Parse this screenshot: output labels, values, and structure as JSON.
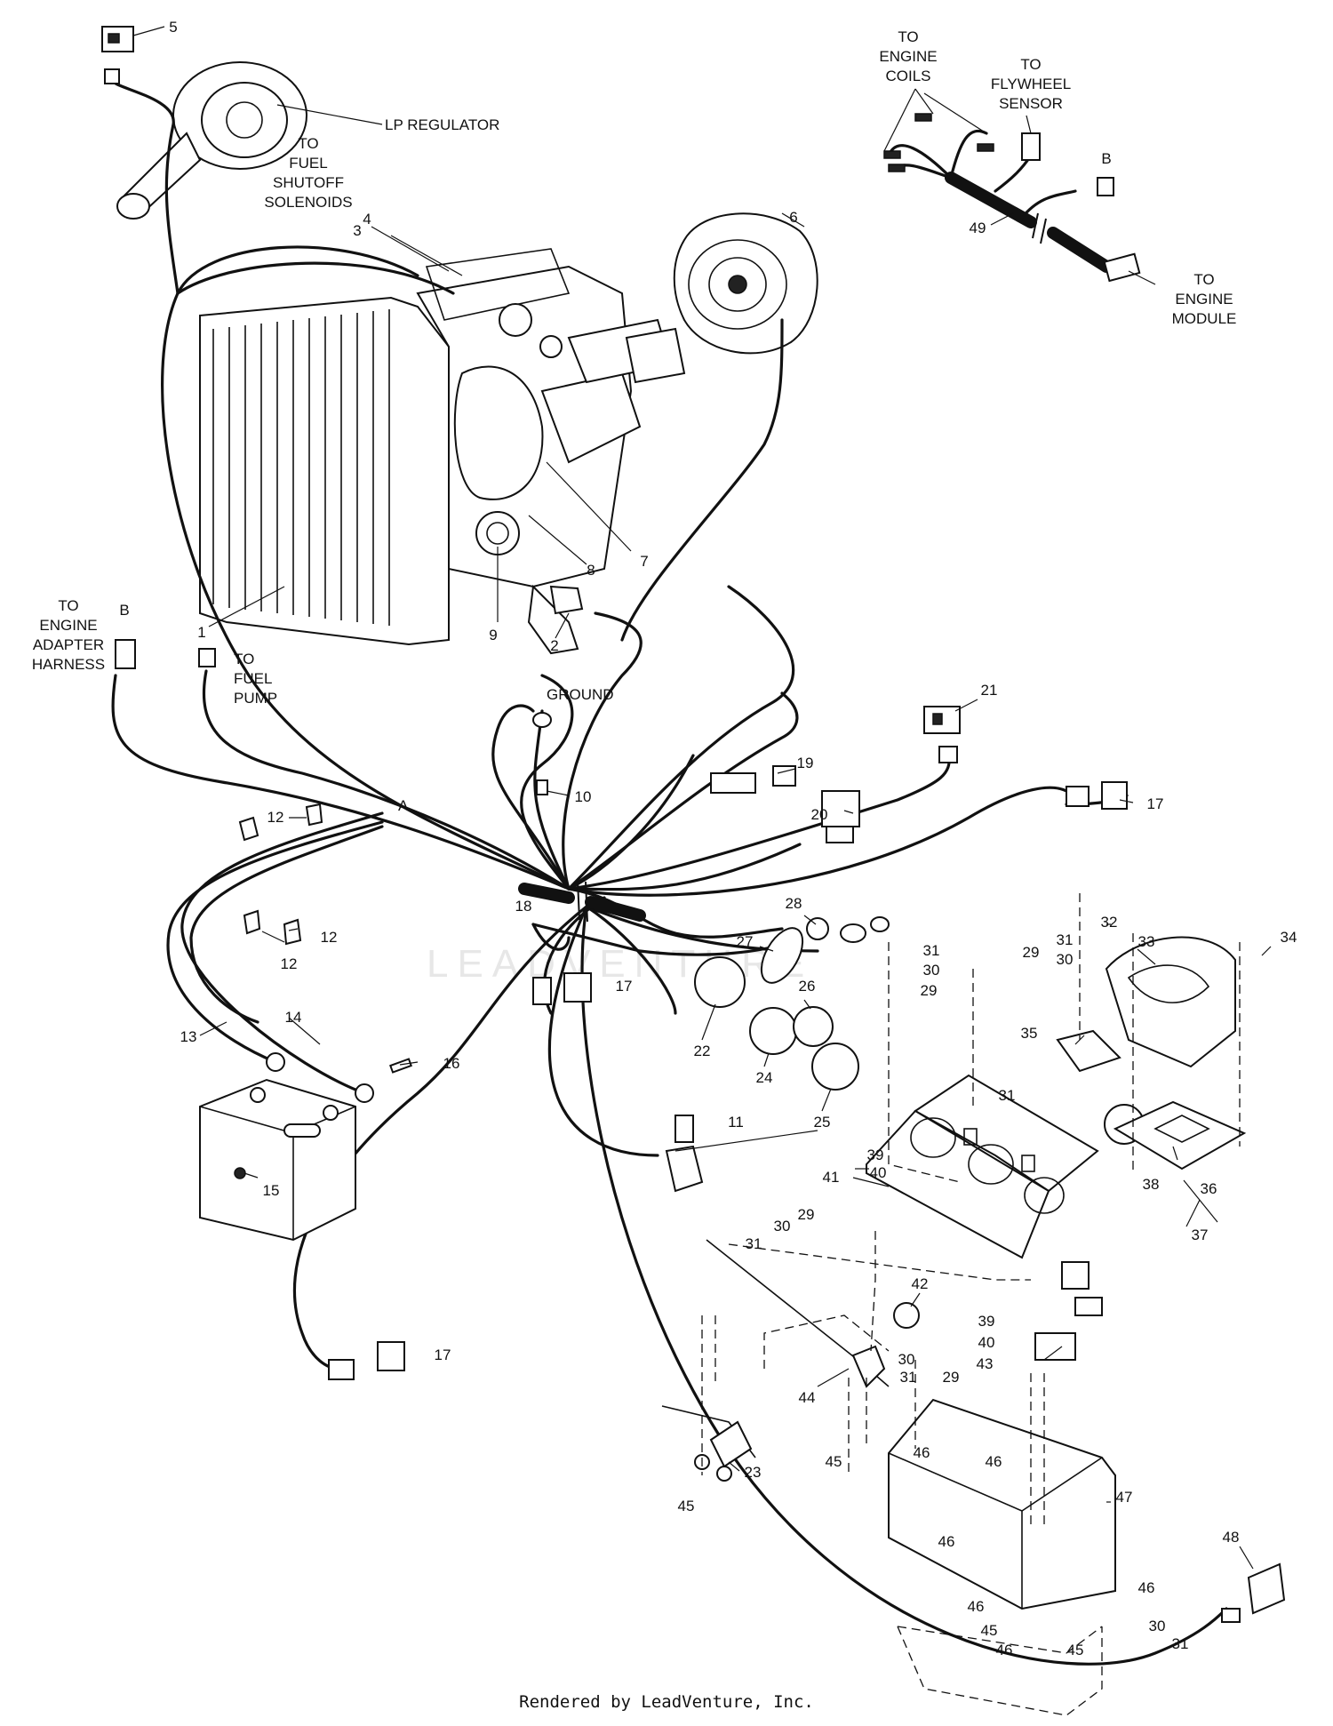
{
  "labels": {
    "lp_regulator": "LP REGULATOR",
    "fuel_shutoff": [
      "TO",
      "FUEL",
      "SHUTOFF",
      "SOLENOIDS"
    ],
    "engine_coils": [
      "TO",
      "ENGINE",
      "COILS"
    ],
    "flywheel_sensor": [
      "TO",
      "FLYWHEEL",
      "SENSOR"
    ],
    "engine_module": [
      "TO",
      "ENGINE",
      "MODULE"
    ],
    "engine_adapter": [
      "TO",
      "ENGINE",
      "ADAPTER",
      "HARNESS"
    ],
    "fuel_pump": [
      "TO",
      "FUEL",
      "PUMP"
    ],
    "ground": "GROUND",
    "conn_b_1": "B",
    "conn_b_2": "B",
    "ref_a": "A"
  },
  "part_numbers": {
    "p1": "1",
    "p2": "2",
    "p3": "3",
    "p4": "4",
    "p5": "5",
    "p6": "6",
    "p7": "7",
    "p8": "8",
    "p9": "9",
    "p10": "10",
    "p11": "11",
    "p12a": "12",
    "p12b": "12",
    "p12c": "12",
    "p13": "13",
    "p14": "14",
    "p15": "15",
    "p16": "16",
    "p17a": "17",
    "p17b": "17",
    "p17c": "17",
    "p18": "18",
    "p19": "19",
    "p20": "20",
    "p21": "21",
    "p22": "22",
    "p23": "23",
    "p24": "24",
    "p25": "25",
    "p26": "26",
    "p27": "27",
    "p28": "28",
    "p29a": "29",
    "p29b": "29",
    "p29c": "29",
    "p29d": "29",
    "p30a": "30",
    "p30b": "30",
    "p30c": "30",
    "p30d": "30",
    "p30e": "30",
    "p31a": "31",
    "p31b": "31",
    "p31c": "31",
    "p31d": "31",
    "p31e": "31",
    "p32": "32",
    "p33": "33",
    "p34": "34",
    "p35": "35",
    "p36": "36",
    "p37": "37",
    "p38": "38",
    "p39a": "39",
    "p39b": "39",
    "p40a": "40",
    "p40b": "40",
    "p41": "41",
    "p42": "42",
    "p43": "43",
    "p44": "44",
    "p45a": "45",
    "p45b": "45",
    "p45c": "45",
    "p45d": "45",
    "p46a": "46",
    "p46b": "46",
    "p46c": "46",
    "p46d": "46",
    "p46e": "46",
    "p46f": "46",
    "p47": "47",
    "p48": "48",
    "p49": "49"
  },
  "footer": "Rendered by LeadVenture, Inc.",
  "watermark": "LEADVENTURE"
}
